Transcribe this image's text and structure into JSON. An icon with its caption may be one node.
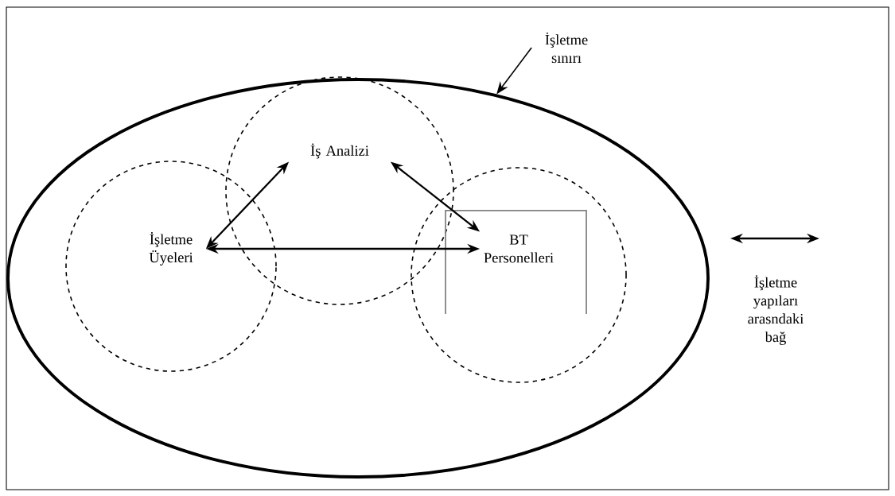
{
  "diagram": {
    "nodes": [
      {
        "text": [],
        "shape": "ellipse"
      },
      {
        "text": [
          "İşletme sınırı"
        ]
      },
      {
        "text": [
          "İş Analizi"
        ],
        "in": 0
      },
      {
        "text": [
          "İşletme Üyeleri"
        ],
        "in": 0
      },
      {
        "text": [
          "BT Personelleri"
        ],
        "in": 0
      }
    ],
    "edges": [
      {
        "from": 1,
        "to": 0,
        "arrow": "to"
      },
      {
        "from": 3,
        "to": 2,
        "arrow": "both"
      },
      {
        "from": 2,
        "to": 4,
        "arrow": "both"
      },
      {
        "from": 3,
        "to": 4,
        "arrow": "both"
      }
    ],
    "legend": [
      {
        "text": "İşletme yapıları arasndaki bağ"
      }
    ]
  }
}
